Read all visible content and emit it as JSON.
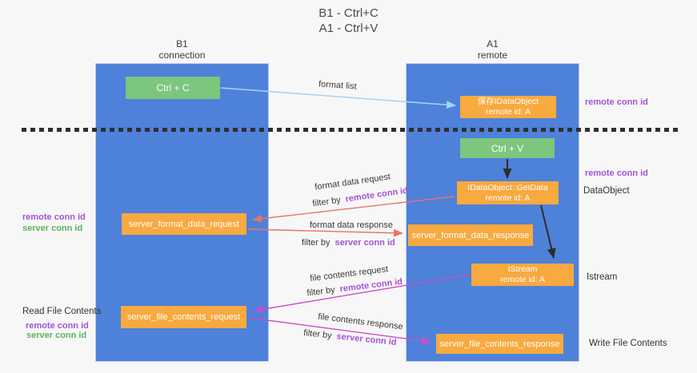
{
  "title": {
    "line1": "B1 - Ctrl+C",
    "line2": "A1 - Ctrl+V"
  },
  "lanes": {
    "left": {
      "title": "B1",
      "subtitle": "connection"
    },
    "right": {
      "title": "A1",
      "subtitle": "remote"
    }
  },
  "nodes": {
    "ctrl_c": {
      "label": "Ctrl + C"
    },
    "save_idataobject": {
      "line1": "保存IDataObject",
      "line2": "remote id: A"
    },
    "ctrl_v": {
      "label": "Ctrl + V"
    },
    "getdata": {
      "line1": "IDataObject::GetData",
      "line2": "remote id: A"
    },
    "server_format_data_request": {
      "label": "server_format_data_request"
    },
    "server_format_data_response": {
      "label": "server_format_data_response"
    },
    "istream": {
      "line1": "IStream",
      "line2": "remote id: A"
    },
    "server_file_contents_request": {
      "label": "server_file_contents_request"
    },
    "server_file_contents_response": {
      "label": "server_file_contents_response"
    }
  },
  "edge_labels": {
    "format_list": "format list",
    "format_data_request": "format data request",
    "format_data_response": "format data response",
    "file_contents_request": "file contents request",
    "file_contents_response": "file contents response",
    "filter_by": "filter by",
    "remote_conn_id": "remote conn id",
    "server_conn_id": "server conn id"
  },
  "annotations": {
    "right_top_remote_conn_id": "remote conn id",
    "right_mid_remote_conn_id": "remote conn id",
    "dataobject": "DataObject",
    "istream": "Istream",
    "write_file_contents": "Write File Contents",
    "left_remote_conn_id": "remote conn id",
    "left_server_conn_id": "server conn id",
    "read_file_contents": "Read File Contents",
    "left_remote_conn_id_2": "remote conn id",
    "left_server_conn_id_2": "server conn id"
  },
  "colors": {
    "background": "#f7f7f8",
    "lane_blue": "#4e81d9",
    "box_green": "#7cc67d",
    "box_orange": "#f8a93f",
    "arrow_blue": "#a9d2ef",
    "arrow_red": "#e8736a",
    "arrow_magenta": "#c94fc9",
    "arrow_black": "#2e2e2e",
    "text_purple": "#a453d6",
    "text_green": "#5cb25c"
  }
}
